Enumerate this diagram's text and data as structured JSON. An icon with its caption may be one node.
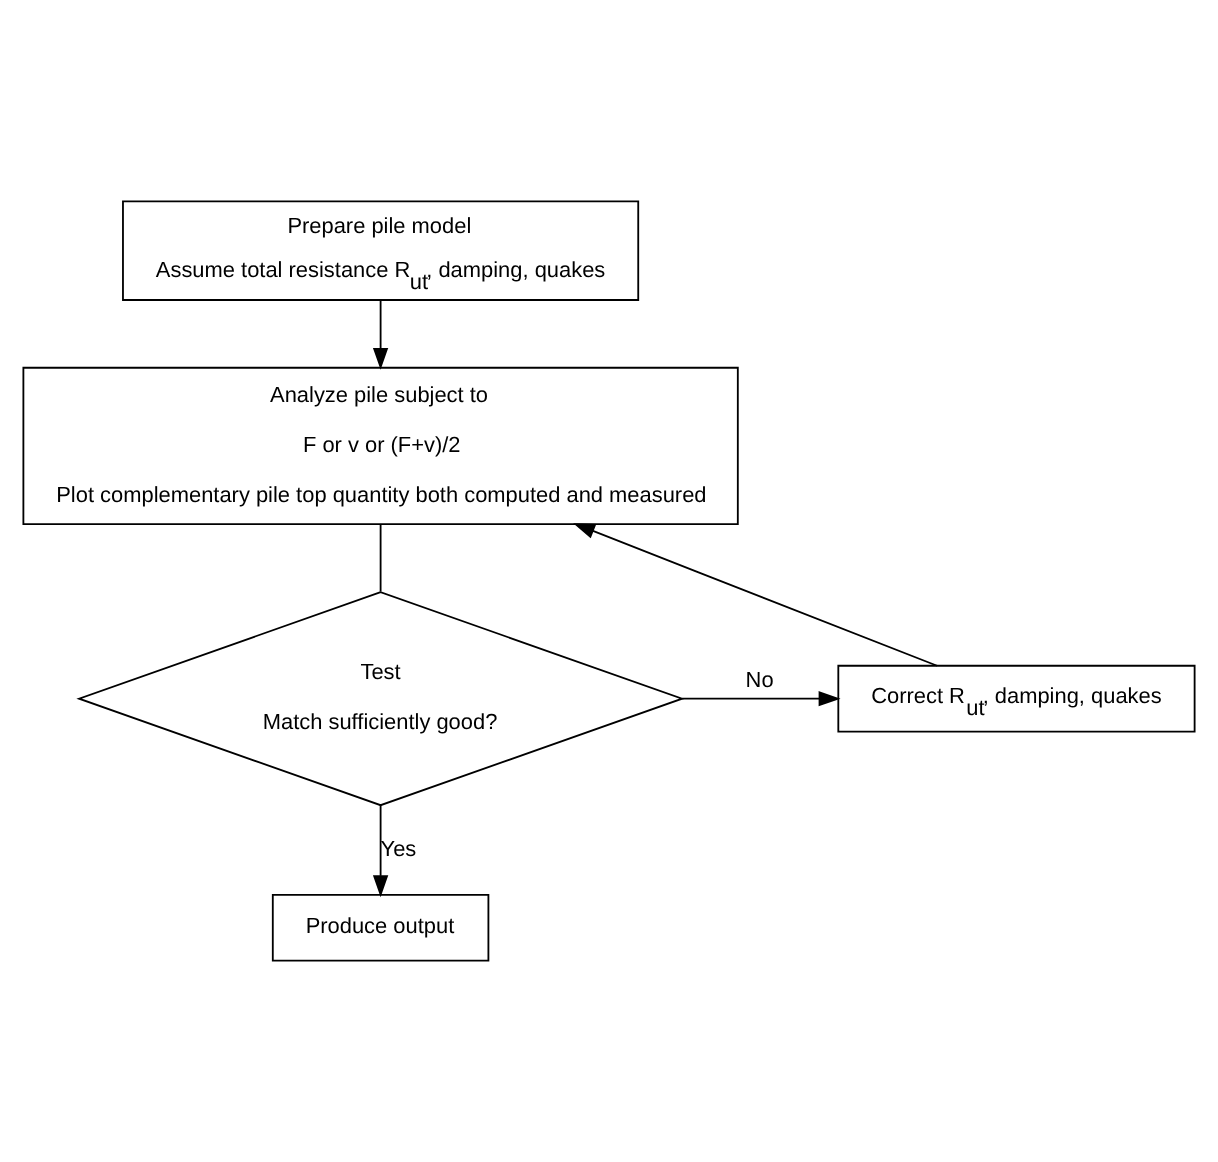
{
  "diagram": {
    "nodes": [
      {
        "text": [
          "Prepare pile model",
          "Assume total resistance R$_{ut}$, damping, quakes"
        ]
      },
      {
        "text": [
          "Analyze pile subject to",
          "F or v or (F+v)/2",
          "Plot complementary pile top quantity both computed and measured"
        ]
      },
      {
        "text": [
          "Test",
          "Match sufficiently good?"
        ]
      },
      {
        "text": [
          "Correct R$_{ut}$, damping, quakes"
        ]
      },
      {
        "text": [
          "Produce output"
        ]
      }
    ],
    "edges": [
      {
        "from": 0,
        "to": 1,
        "arrow": "to"
      },
      {
        "from": 1,
        "to": 2,
        "arrow": "none"
      },
      {
        "from": 2,
        "to": 3,
        "arrow": "to",
        "label": "No"
      },
      {
        "from": 3,
        "to": 1,
        "arrow": "to"
      },
      {
        "from": 2,
        "to": 4,
        "arrow": "to",
        "label": "Yes"
      }
    ]
  }
}
